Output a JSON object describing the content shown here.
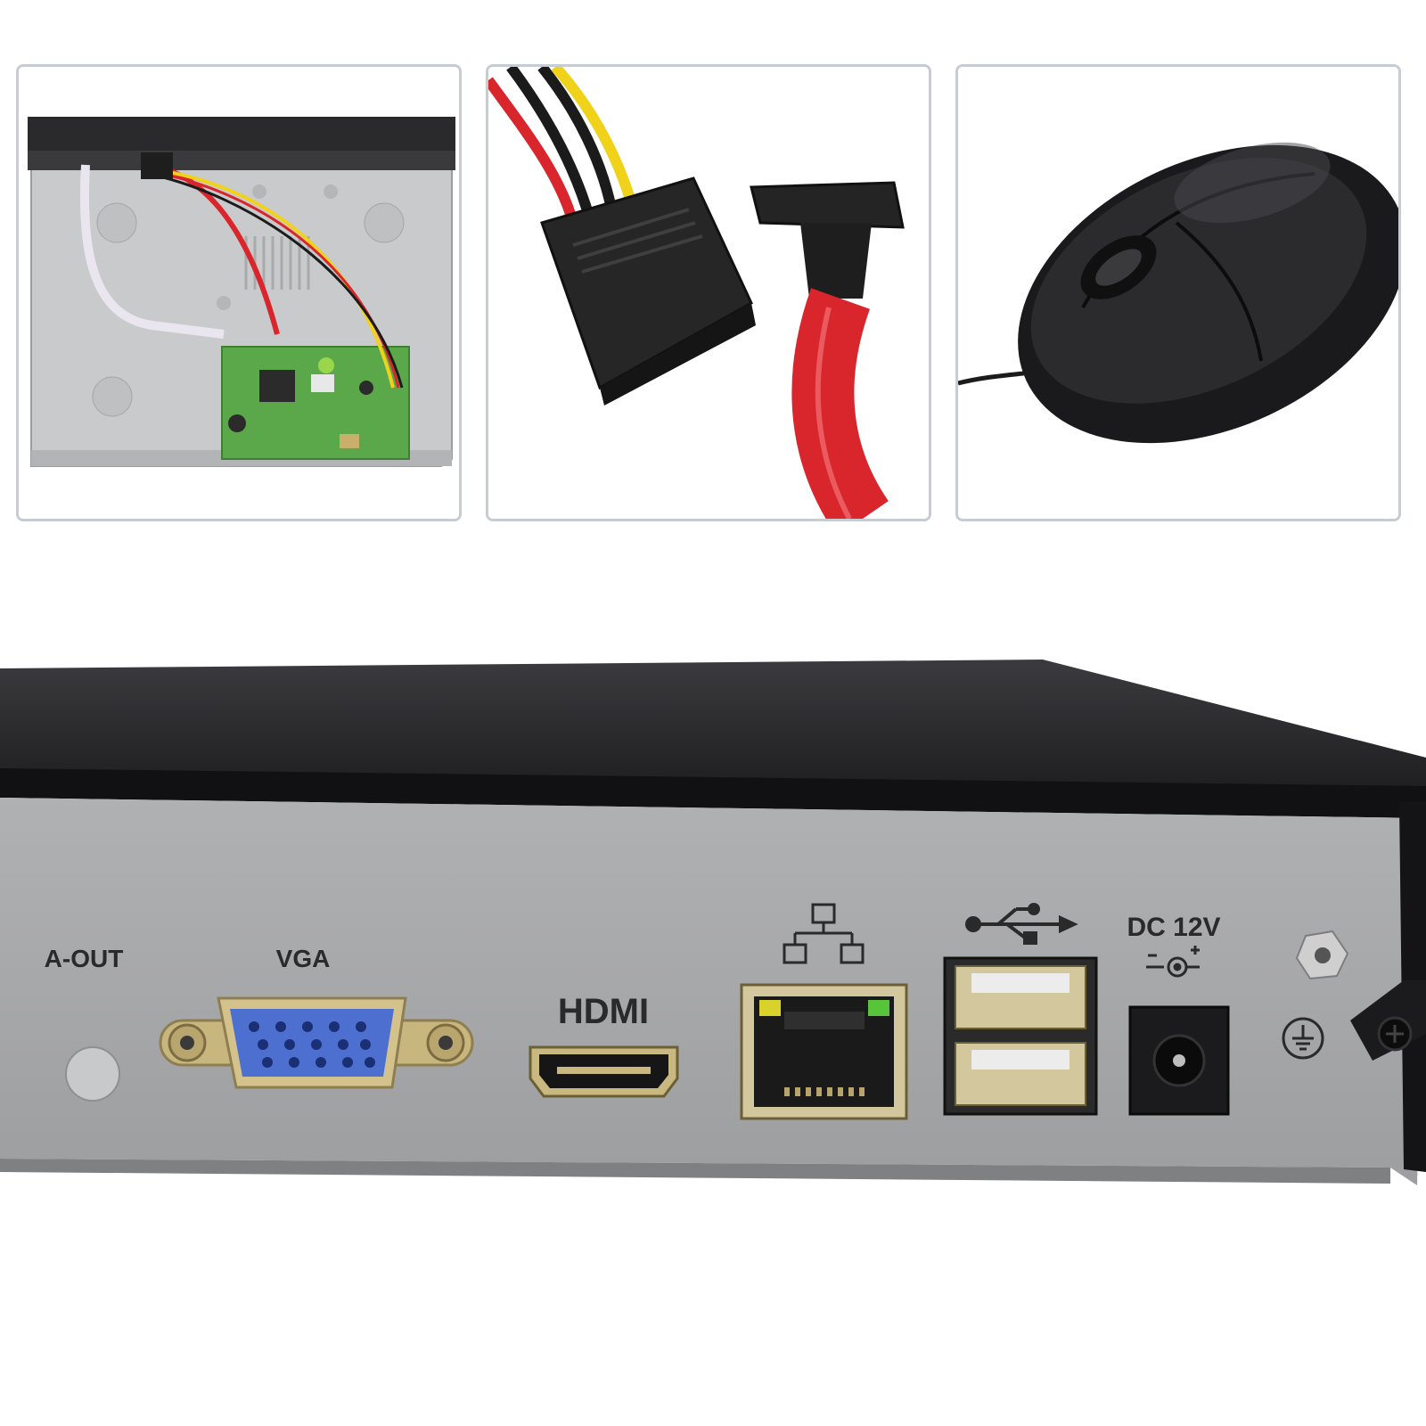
{
  "thumbnails": [
    {
      "subject": "nvr-interior"
    },
    {
      "subject": "sata-cables"
    },
    {
      "subject": "usb-mouse"
    }
  ],
  "rear_panel": {
    "labels": {
      "audio_out": "A-OUT",
      "vga": "VGA",
      "hdmi": "HDMI",
      "dc_power": "DC 12V"
    },
    "icons": [
      "network-icon",
      "usb-icon",
      "dc-polarity-icon",
      "ground-icon"
    ]
  },
  "colors": {
    "chassis_dark": "#1c1c1e",
    "panel_silver": "#a7a8aa",
    "vga_blue": "#4d6fd0",
    "sata_red": "#d8262c",
    "pcb_green": "#5aa84a"
  }
}
